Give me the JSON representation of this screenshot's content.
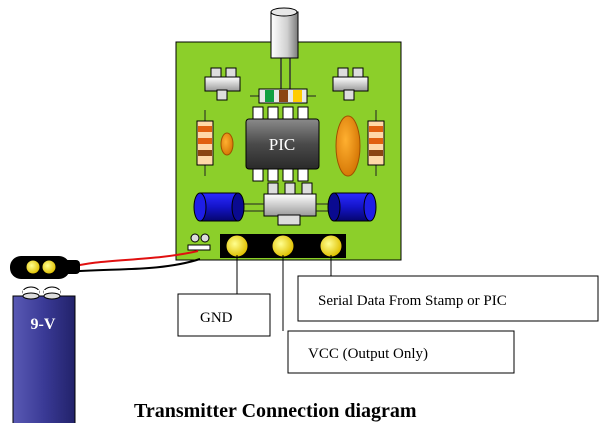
{
  "diagram": {
    "title": "Transmitter Connection diagram",
    "chip_label": "PIC",
    "battery_label": "9-V",
    "callouts": {
      "gnd": "GND",
      "vcc": "VCC (Output Only)",
      "serial": "Serial Data From Stamp or PIC"
    },
    "colors": {
      "board": "#8ccf2a",
      "battery": "#3c3c96",
      "capacitor": "#1a1adc",
      "pin": "#ffff00",
      "chip": "#555555",
      "wire_red": "#e01010"
    }
  }
}
